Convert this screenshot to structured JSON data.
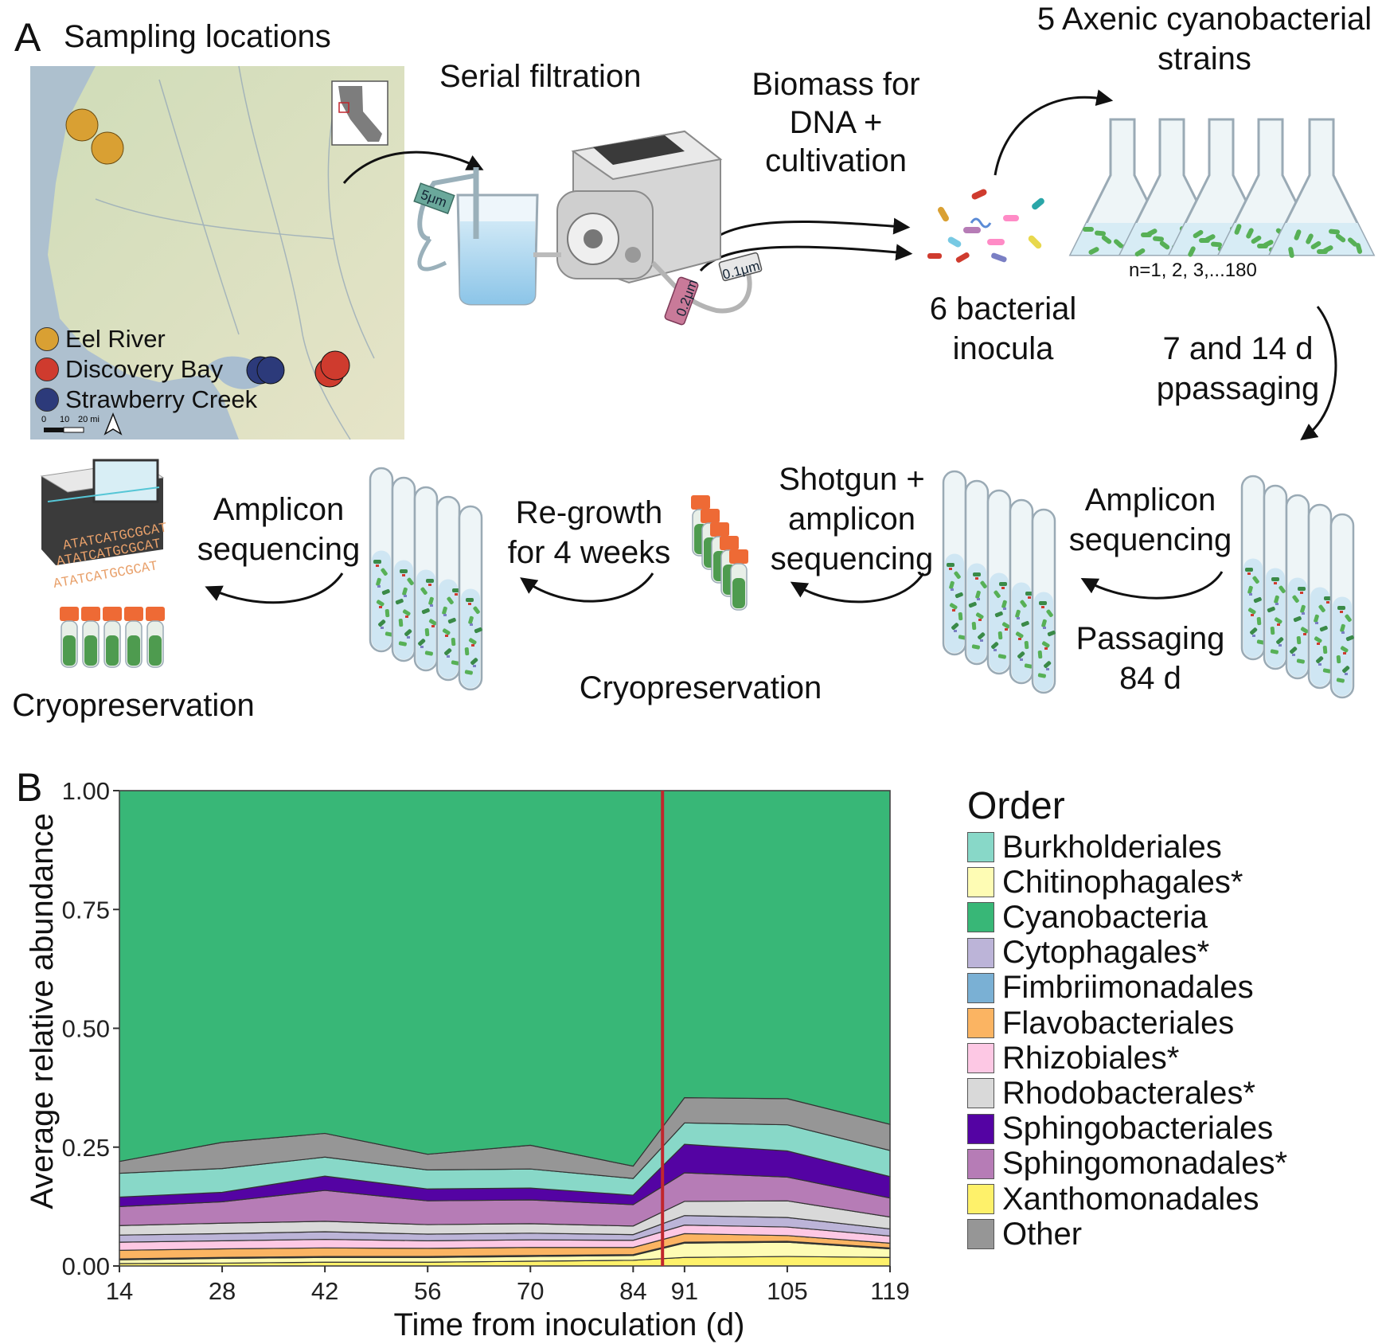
{
  "panel_a": {
    "letter": "A",
    "title": "Sampling locations",
    "map_legend": [
      {
        "label": "Eel River",
        "color": "#d9a033"
      },
      {
        "label": "Discovery Bay",
        "color": "#cf3b2e"
      },
      {
        "label": "Strawberry Creek",
        "color": "#2c3a7a"
      }
    ],
    "scale_labels": [
      "0",
      "10",
      "20 mi"
    ],
    "steps": {
      "serial_filtration": "Serial filtration",
      "filter_5": "5μm",
      "filter_02": "0.2μm",
      "filter_01": "0.1μm",
      "biomass_1": "Biomass for",
      "biomass_2": "DNA +",
      "biomass_3": "cultivation",
      "axenic_1": "5 Axenic cyanobacterial",
      "axenic_2": "strains",
      "n_label": "n=1, 2, 3,...180",
      "inocula_1": "6 bacterial",
      "inocula_2": "inocula",
      "passaging_1": "7 and 14 d",
      "passaging_2": "ppassaging",
      "amplicon_right_1": "Amplicon",
      "amplicon_right_2": "sequencing",
      "passaging84_1": "Passaging",
      "passaging84_2": "84 d",
      "shotgun_1": "Shotgun +",
      "shotgun_2": "amplicon",
      "shotgun_3": "sequencing",
      "regrowth_1": "Re-growth",
      "regrowth_2": "for 4 weeks",
      "cryo_mid": "Cryopreservation",
      "amplicon_left_1": "Amplicon",
      "amplicon_left_2": "sequencing",
      "cryo_left": "Cryopreservation",
      "seq_text": "ATATCATGCGCAT"
    }
  },
  "panel_b": {
    "letter": "B",
    "legend_title": "Order",
    "colors": {
      "Burkholderiales": "#88d8c8",
      "Chitinophagales*": "#fefcb4",
      "Cyanobacteria": "#38b777",
      "Cytophagales*": "#bcb4d8",
      "Fimbriimonadales": "#7ab0d4",
      "Flavobacteriales": "#fbb462",
      "Rhizobiales*": "#fdc8e4",
      "Rhodobacterales*": "#d9d9d9",
      "Sphingobacteriales": "#5403a3",
      "Sphingomonadales*": "#b67cb6",
      "Xanthomonadales": "#fef16a",
      "Other": "#969696"
    },
    "cutoff_color": "#c1272d"
  },
  "chart_data": {
    "type": "area",
    "stacked": true,
    "xlabel": "Time from inoculation (d)",
    "ylabel": "Average relative abundance",
    "x": [
      14,
      28,
      42,
      56,
      70,
      84,
      91,
      105,
      119
    ],
    "x_ticks": [
      "14",
      "28",
      "42",
      "56",
      "70",
      "84",
      "91",
      "105",
      "119"
    ],
    "y_ticks": [
      "0.00",
      "0.25",
      "0.50",
      "0.75",
      "1.00"
    ],
    "ylim": [
      0,
      1
    ],
    "vline_x": 88,
    "grid": false,
    "legend_position": "right",
    "series": [
      {
        "name": "Xanthomonadales",
        "values": [
          0.005,
          0.006,
          0.008,
          0.008,
          0.01,
          0.012,
          0.018,
          0.02,
          0.018
        ]
      },
      {
        "name": "Chitinophagales*",
        "values": [
          0.008,
          0.01,
          0.01,
          0.01,
          0.01,
          0.01,
          0.03,
          0.03,
          0.018
        ]
      },
      {
        "name": "Fimbriimonadales",
        "values": [
          0.002,
          0.002,
          0.002,
          0.002,
          0.002,
          0.002,
          0.002,
          0.002,
          0.002
        ]
      },
      {
        "name": "Flavobacteriales",
        "values": [
          0.018,
          0.018,
          0.018,
          0.017,
          0.017,
          0.015,
          0.018,
          0.012,
          0.01
        ]
      },
      {
        "name": "Rhizobiales*",
        "values": [
          0.017,
          0.017,
          0.018,
          0.016,
          0.016,
          0.015,
          0.018,
          0.018,
          0.015
        ]
      },
      {
        "name": "Cytophagales*",
        "values": [
          0.015,
          0.015,
          0.016,
          0.014,
          0.014,
          0.012,
          0.02,
          0.02,
          0.015
        ]
      },
      {
        "name": "Rhodobacterales*",
        "values": [
          0.02,
          0.022,
          0.022,
          0.02,
          0.02,
          0.018,
          0.03,
          0.035,
          0.025
        ]
      },
      {
        "name": "Sphingomonadales*",
        "values": [
          0.04,
          0.045,
          0.065,
          0.05,
          0.05,
          0.045,
          0.06,
          0.05,
          0.04
        ]
      },
      {
        "name": "Sphingobacteriales",
        "values": [
          0.02,
          0.02,
          0.03,
          0.025,
          0.025,
          0.02,
          0.06,
          0.055,
          0.045
        ]
      },
      {
        "name": "Burkholderiales",
        "values": [
          0.05,
          0.05,
          0.04,
          0.04,
          0.04,
          0.035,
          0.045,
          0.055,
          0.055
        ]
      },
      {
        "name": "Other",
        "values": [
          0.025,
          0.055,
          0.05,
          0.033,
          0.05,
          0.026,
          0.053,
          0.055,
          0.055
        ]
      },
      {
        "name": "Cyanobacteria",
        "values": [
          0.78,
          0.74,
          0.721,
          0.765,
          0.746,
          0.79,
          0.646,
          0.648,
          0.702
        ]
      }
    ]
  }
}
